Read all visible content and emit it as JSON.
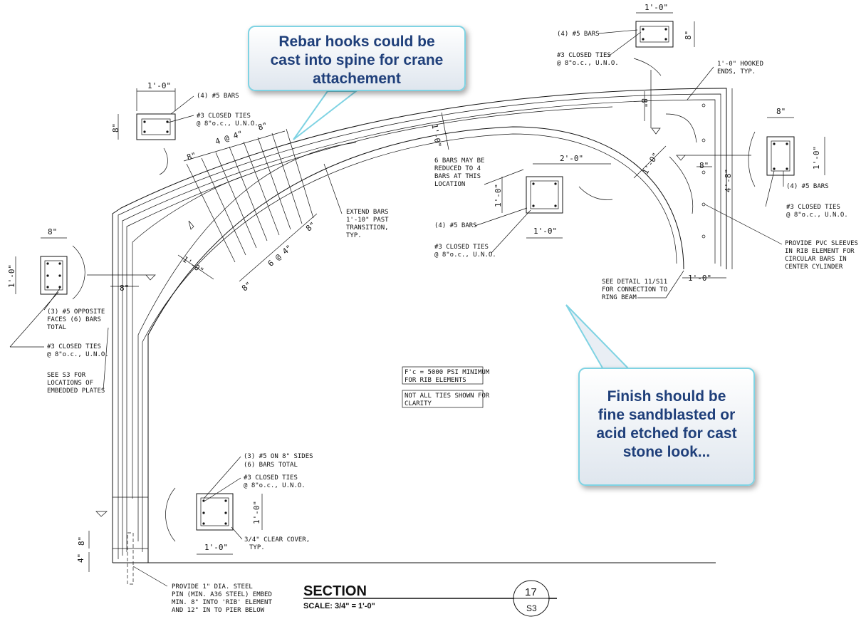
{
  "callouts": {
    "top": {
      "lines": [
        "Rebar hooks could be",
        "cast into spine for crane",
        "attachement"
      ]
    },
    "bottom": {
      "lines": [
        "Finish should be",
        "fine sandblasted or",
        "acid etched for cast",
        "stone look..."
      ]
    }
  },
  "colors": {
    "callout_text": "#1f3f7a",
    "callout_border": "#7fd3e3",
    "line": "#111111"
  },
  "section_top_left": {
    "dim_width": "1'-0\"",
    "dim_height": "8\"",
    "bars": "(4) #5 BARS",
    "ties_1": "#3 CLOSED TIES",
    "ties_2": "@ 8\"o.c., U.N.O."
  },
  "section_top_right": {
    "dim_width": "1'-0\"",
    "dim_height": "8\"",
    "bars": "(4) #5 BARS",
    "ties_1": "#3 CLOSED TIES",
    "ties_2": "@ 8\"o.c., U.N.O."
  },
  "hooked_ends": {
    "line1": "1'-0\" HOOKED",
    "line2": "ENDS, TYP."
  },
  "section_right": {
    "dim_width": "8\"",
    "dim_height": "1'-0\"",
    "bars": "(4) #5 BARS",
    "ties_1": "#3 CLOSED TIES",
    "ties_2": "@ 8\"o.c., U.N.O."
  },
  "pvc_note": [
    "PROVIDE PVC SLEEVES",
    "IN RIB ELEMENT FOR",
    "CIRCULAR BARS IN",
    "CENTER CYLINDER"
  ],
  "ring_beam_note": [
    "SEE DETAIL 11/S11",
    "FOR CONNECTION TO",
    "RING BEAM"
  ],
  "section_left": {
    "dim_width": "8\"",
    "dim_height": "1'-0\"",
    "bars_1": "(3) #5 OPPOSITE",
    "bars_2": "FACES (6) BARS",
    "bars_3": "TOTAL",
    "ties_1": "#3 CLOSED TIES",
    "ties_2": "@ 8\"o.c., U.N.O."
  },
  "embedded_note": [
    "SEE S3 FOR",
    "LOCATIONS OF",
    "EMBEDDED PLATES"
  ],
  "section_mid": {
    "dim_width": "1'-0\"",
    "dim_height": "1'-0\"",
    "bars": "(4) #5 BARS",
    "ties_1": "#3 CLOSED TIES",
    "ties_2": "@ 8\"o.c., U.N.O."
  },
  "six_bars_note": [
    "6 BARS MAY BE",
    "REDUCED TO 4",
    "BARS AT THIS",
    "LOCATION"
  ],
  "extend_note": [
    "EXTEND BARS",
    "1'-10\" PAST",
    "TRANSITION,",
    "TYP."
  ],
  "section_bottom": {
    "dim_width": "1'-0\"",
    "dim_height": "1'-0\"",
    "bars_1": "(3) #5 ON 8\" SIDES",
    "bars_2": "(6) BARS TOTAL",
    "ties_1": "#3 CLOSED TIES",
    "ties_2": "@ 8\"o.c., U.N.O.",
    "cover_1": "3/4\" CLEAR COVER,",
    "cover_2": "TYP."
  },
  "spec_notes": {
    "note1_line1": "F'c = 5000 PSI MINIMUM",
    "note1_line2": "FOR RIB ELEMENTS",
    "note2_line1": "NOT ALL TIES SHOWN FOR",
    "note2_line2": "CLARITY"
  },
  "pin_note": [
    "PROVIDE 1\" DIA. STEEL",
    "PIN (MIN. A36 STEEL) EMBED",
    "MIN. 8\" INTO 'RIB' ELEMENT",
    "AND 12\" IN TO PIER BELOW"
  ],
  "dims": {
    "tie_spacing_top": "4 @ 4\"",
    "tie_spacing_bottom": "6 @ 4\"",
    "d8a": "8\"",
    "d8b": "8\"",
    "d8c": "8\"",
    "d8d": "8\"",
    "d1_0_left": "1'-0\"",
    "d1_0_top": "1'-0\"",
    "d2_0": "2'-0\"",
    "d1_0_diag": "1'-0\"",
    "d8_right_top": "8\"",
    "d8_right": "8\"",
    "d4_8": "4'-8\"",
    "d1_0_bottom_right": "1'-0\"",
    "d8_left": "8\"",
    "d8_base": "8\"",
    "d4_base": "4\""
  },
  "title": {
    "section": "SECTION",
    "scale": "SCALE:  3/4\" = 1'-0\"",
    "detail_number": "17",
    "sheet": "S3"
  }
}
